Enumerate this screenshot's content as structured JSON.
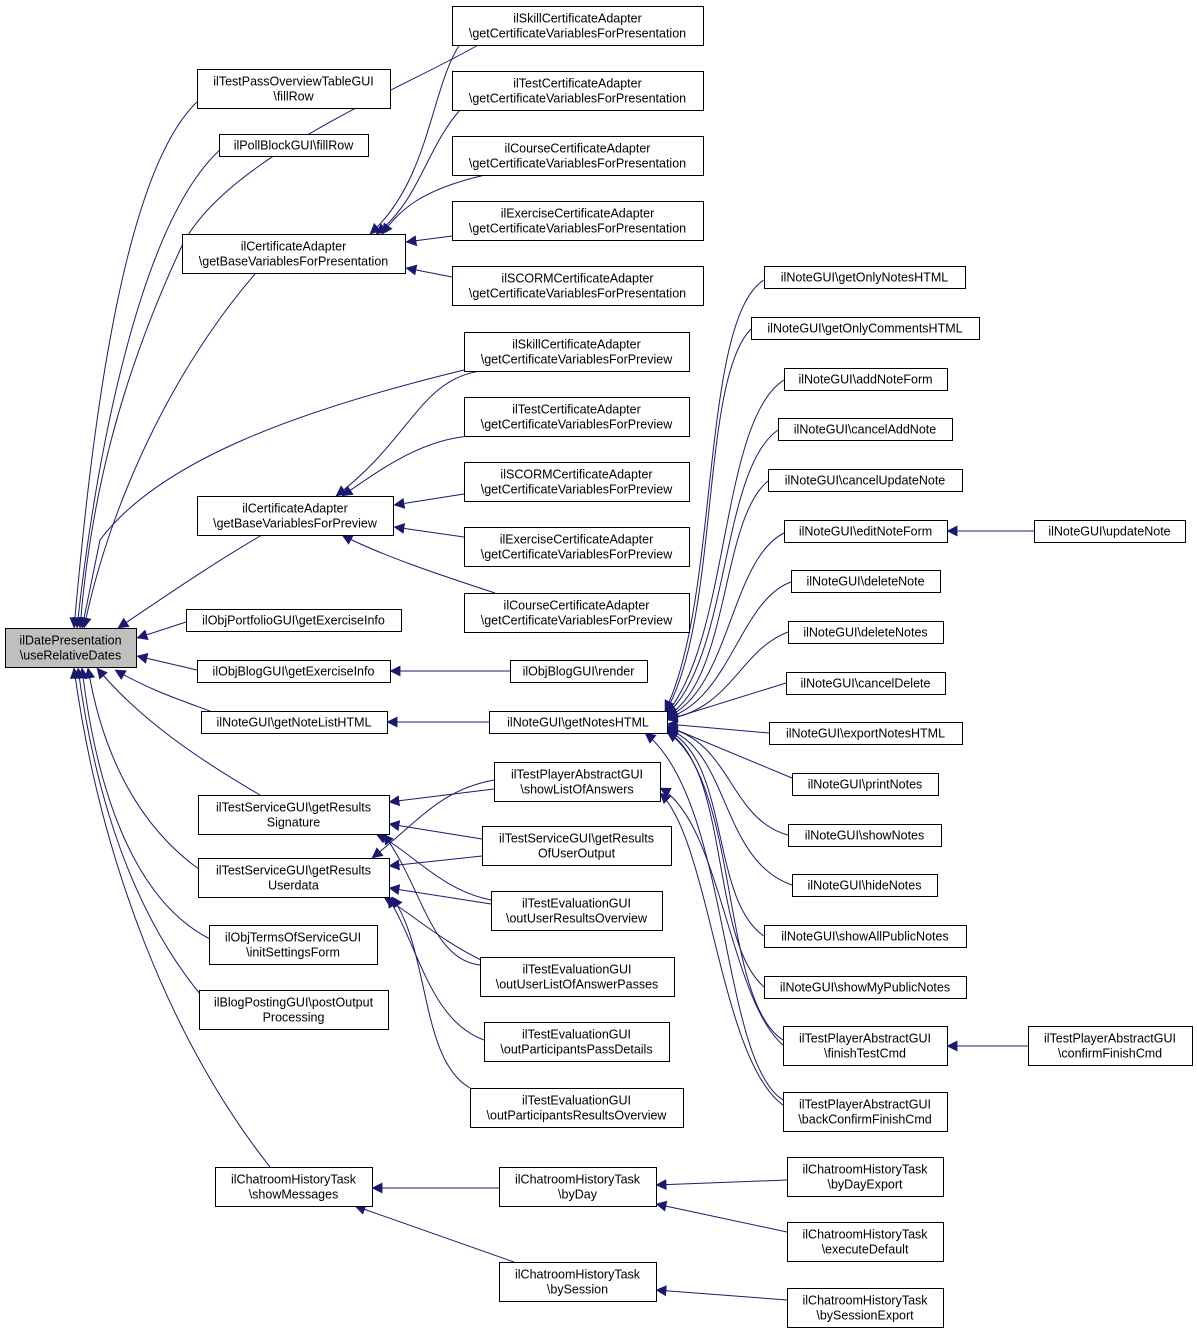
{
  "diagram": {
    "colors": {
      "edge": "#191970",
      "root_fill": "#bfbfbf",
      "node_fill": "#ffffff",
      "border": "#000000"
    },
    "nodes": [
      {
        "id": "root",
        "lines": [
          "ilDatePresentation",
          "\\useRelativeDates"
        ],
        "root": true
      },
      {
        "id": "tpo",
        "lines": [
          "ilTestPassOverviewTableGUI",
          "\\fillRow"
        ]
      },
      {
        "id": "poll",
        "lines": [
          "ilPollBlockGUI\\fillRow"
        ]
      },
      {
        "id": "cabp",
        "lines": [
          "ilCertificateAdapter",
          "\\getBaseVariablesForPresentation"
        ]
      },
      {
        "id": "cabv",
        "lines": [
          "ilCertificateAdapter",
          "\\getBaseVariablesForPreview"
        ]
      },
      {
        "id": "opf",
        "lines": [
          "ilObjPortfolioGUI\\getExerciseInfo"
        ]
      },
      {
        "id": "obg",
        "lines": [
          "ilObjBlogGUI\\getExerciseInfo"
        ]
      },
      {
        "id": "ngl",
        "lines": [
          "ilNoteGUI\\getNoteListHTML"
        ]
      },
      {
        "id": "tsgs",
        "lines": [
          "ilTestServiceGUI\\getResults",
          "Signature"
        ]
      },
      {
        "id": "tsgu",
        "lines": [
          "ilTestServiceGUI\\getResults",
          "Userdata"
        ]
      },
      {
        "id": "otos",
        "lines": [
          "ilObjTermsOfServiceGUI",
          "\\initSettingsForm"
        ]
      },
      {
        "id": "bpg",
        "lines": [
          "ilBlogPostingGUI\\postOutput",
          "Processing"
        ]
      },
      {
        "id": "chsm",
        "lines": [
          "ilChatroomHistoryTask",
          "\\showMessages"
        ]
      },
      {
        "id": "skp",
        "lines": [
          "ilSkillCertificateAdapter",
          "\\getCertificateVariablesForPresentation"
        ]
      },
      {
        "id": "tcp",
        "lines": [
          "ilTestCertificateAdapter",
          "\\getCertificateVariablesForPresentation"
        ]
      },
      {
        "id": "ccp",
        "lines": [
          "ilCourseCertificateAdapter",
          "\\getCertificateVariablesForPresentation"
        ]
      },
      {
        "id": "ecp",
        "lines": [
          "ilExerciseCertificateAdapter",
          "\\getCertificateVariablesForPresentation"
        ]
      },
      {
        "id": "scp",
        "lines": [
          "ilSCORMCertificateAdapter",
          "\\getCertificateVariablesForPresentation"
        ]
      },
      {
        "id": "skv",
        "lines": [
          "ilSkillCertificateAdapter",
          "\\getCertificateVariablesForPreview"
        ]
      },
      {
        "id": "tcv",
        "lines": [
          "ilTestCertificateAdapter",
          "\\getCertificateVariablesForPreview"
        ]
      },
      {
        "id": "scv",
        "lines": [
          "ilSCORMCertificateAdapter",
          "\\getCertificateVariablesForPreview"
        ]
      },
      {
        "id": "ecv",
        "lines": [
          "ilExerciseCertificateAdapter",
          "\\getCertificateVariablesForPreview"
        ]
      },
      {
        "id": "ccv",
        "lines": [
          "ilCourseCertificateAdapter",
          "\\getCertificateVariablesForPreview"
        ]
      },
      {
        "id": "obr",
        "lines": [
          "ilObjBlogGUI\\render"
        ]
      },
      {
        "id": "ngn",
        "lines": [
          "ilNoteGUI\\getNotesHTML"
        ]
      },
      {
        "id": "tpsl",
        "lines": [
          "ilTestPlayerAbstractGUI",
          "\\showListOfAnswers"
        ]
      },
      {
        "id": "tsuo",
        "lines": [
          "ilTestServiceGUI\\getResults",
          "OfUserOutput"
        ]
      },
      {
        "id": "teuro",
        "lines": [
          "ilTestEvaluationGUI",
          "\\outUserResultsOverview"
        ]
      },
      {
        "id": "teul",
        "lines": [
          "ilTestEvaluationGUI",
          "\\outUserListOfAnswerPasses"
        ]
      },
      {
        "id": "tepp",
        "lines": [
          "ilTestEvaluationGUI",
          "\\outParticipantsPassDetails"
        ]
      },
      {
        "id": "tepr",
        "lines": [
          "ilTestEvaluationGUI",
          "\\outParticipantsResultsOverview"
        ]
      },
      {
        "id": "chbd",
        "lines": [
          "ilChatroomHistoryTask",
          "\\byDay"
        ]
      },
      {
        "id": "chbs",
        "lines": [
          "ilChatroomHistoryTask",
          "\\bySession"
        ]
      },
      {
        "id": "n_gon",
        "lines": [
          "ilNoteGUI\\getOnlyNotesHTML"
        ]
      },
      {
        "id": "n_goc",
        "lines": [
          "ilNoteGUI\\getOnlyCommentsHTML"
        ]
      },
      {
        "id": "n_anf",
        "lines": [
          "ilNoteGUI\\addNoteForm"
        ]
      },
      {
        "id": "n_can",
        "lines": [
          "ilNoteGUI\\cancelAddNote"
        ]
      },
      {
        "id": "n_cun",
        "lines": [
          "ilNoteGUI\\cancelUpdateNote"
        ]
      },
      {
        "id": "n_enf",
        "lines": [
          "ilNoteGUI\\editNoteForm"
        ]
      },
      {
        "id": "n_dn",
        "lines": [
          "ilNoteGUI\\deleteNote"
        ]
      },
      {
        "id": "n_dns",
        "lines": [
          "ilNoteGUI\\deleteNotes"
        ]
      },
      {
        "id": "n_cd",
        "lines": [
          "ilNoteGUI\\cancelDelete"
        ]
      },
      {
        "id": "n_enh",
        "lines": [
          "ilNoteGUI\\exportNotesHTML"
        ]
      },
      {
        "id": "n_pn",
        "lines": [
          "ilNoteGUI\\printNotes"
        ]
      },
      {
        "id": "n_sn",
        "lines": [
          "ilNoteGUI\\showNotes"
        ]
      },
      {
        "id": "n_hn",
        "lines": [
          "ilNoteGUI\\hideNotes"
        ]
      },
      {
        "id": "n_sap",
        "lines": [
          "ilNoteGUI\\showAllPublicNotes"
        ]
      },
      {
        "id": "n_smp",
        "lines": [
          "ilNoteGUI\\showMyPublicNotes"
        ]
      },
      {
        "id": "tpft",
        "lines": [
          "ilTestPlayerAbstractGUI",
          "\\finishTestCmd"
        ]
      },
      {
        "id": "tpbc",
        "lines": [
          "ilTestPlayerAbstractGUI",
          "\\backConfirmFinishCmd"
        ]
      },
      {
        "id": "chde",
        "lines": [
          "ilChatroomHistoryTask",
          "\\byDayExport"
        ]
      },
      {
        "id": "ched",
        "lines": [
          "ilChatroomHistoryTask",
          "\\executeDefault"
        ]
      },
      {
        "id": "chse",
        "lines": [
          "ilChatroomHistoryTask",
          "\\bySessionExport"
        ]
      },
      {
        "id": "n_un",
        "lines": [
          "ilNoteGUI\\updateNote"
        ]
      },
      {
        "id": "tpcf",
        "lines": [
          "ilTestPlayerAbstractGUI",
          "\\confirmFinishCmd"
        ]
      }
    ],
    "edges": [
      [
        "tpo",
        "root"
      ],
      [
        "poll",
        "root"
      ],
      [
        "cabp",
        "root"
      ],
      [
        "cabv",
        "root"
      ],
      [
        "opf",
        "root"
      ],
      [
        "obg",
        "root"
      ],
      [
        "ngl",
        "root"
      ],
      [
        "tsgs",
        "root"
      ],
      [
        "tsgu",
        "root"
      ],
      [
        "otos",
        "root"
      ],
      [
        "bpg",
        "root"
      ],
      [
        "chsm",
        "root"
      ],
      [
        "skp",
        "root"
      ],
      [
        "skv",
        "root"
      ],
      [
        "skp",
        "cabp"
      ],
      [
        "tcp",
        "cabp"
      ],
      [
        "ccp",
        "cabp"
      ],
      [
        "ecp",
        "cabp"
      ],
      [
        "scp",
        "cabp"
      ],
      [
        "skv",
        "cabv"
      ],
      [
        "tcv",
        "cabv"
      ],
      [
        "scv",
        "cabv"
      ],
      [
        "ecv",
        "cabv"
      ],
      [
        "ccv",
        "cabv"
      ],
      [
        "obr",
        "obg"
      ],
      [
        "ngn",
        "ngl"
      ],
      [
        "tpsl",
        "tsgs"
      ],
      [
        "tsuo",
        "tsgs"
      ],
      [
        "teuro",
        "tsgs"
      ],
      [
        "teul",
        "tsgs"
      ],
      [
        "tpsl",
        "tsgu"
      ],
      [
        "tsuo",
        "tsgu"
      ],
      [
        "teuro",
        "tsgu"
      ],
      [
        "teul",
        "tsgu"
      ],
      [
        "tepp",
        "tsgu"
      ],
      [
        "tepr",
        "tsgu"
      ],
      [
        "chbd",
        "chsm"
      ],
      [
        "chbs",
        "chsm"
      ],
      [
        "n_gon",
        "ngn"
      ],
      [
        "n_goc",
        "ngn"
      ],
      [
        "n_anf",
        "ngn"
      ],
      [
        "n_can",
        "ngn"
      ],
      [
        "n_cun",
        "ngn"
      ],
      [
        "n_enf",
        "ngn"
      ],
      [
        "n_dn",
        "ngn"
      ],
      [
        "n_dns",
        "ngn"
      ],
      [
        "n_cd",
        "ngn"
      ],
      [
        "n_enh",
        "ngn"
      ],
      [
        "n_pn",
        "ngn"
      ],
      [
        "n_sn",
        "ngn"
      ],
      [
        "n_hn",
        "ngn"
      ],
      [
        "n_sap",
        "ngn"
      ],
      [
        "n_smp",
        "ngn"
      ],
      [
        "tpft",
        "ngn"
      ],
      [
        "tpbc",
        "ngn"
      ],
      [
        "n_un",
        "n_enf"
      ],
      [
        "tpft",
        "tpsl"
      ],
      [
        "tpbc",
        "tpsl"
      ],
      [
        "tpcf",
        "tpft"
      ],
      [
        "chde",
        "chbd"
      ],
      [
        "ched",
        "chbd"
      ],
      [
        "chse",
        "chbs"
      ]
    ]
  }
}
